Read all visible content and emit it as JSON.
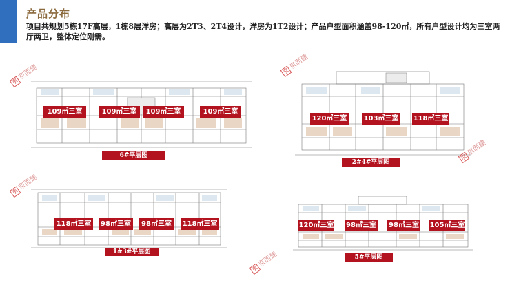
{
  "heading": "产品分布",
  "description": "项目共规划5栋17F高层，1栋8层洋房；高层为2T3、2T4设计，洋房为1T2设计；产品户型面积涵盖98-120㎡，所有户型设计均为三室两厅两卫，整体定位刚需。",
  "watermark": "京而建",
  "plans": [
    {
      "caption": "6#平层图",
      "units": [
        "109㎡三室",
        "109㎡三室",
        "109㎡三室",
        "109㎡三室"
      ]
    },
    {
      "caption": "2#4#平层图",
      "units": [
        "120㎡三室",
        "103㎡三室",
        "118㎡三室"
      ]
    },
    {
      "caption": "1#3#平层图",
      "units": [
        "118㎡三室",
        "98㎡三室",
        "98㎡三室",
        "118㎡三室"
      ]
    },
    {
      "caption": "5#平层图",
      "units": [
        "120㎡三室",
        "98㎡三室",
        "98㎡三室",
        "105㎡三室"
      ]
    }
  ],
  "colors": {
    "accent": "#b3121f",
    "heading": "#8b6a3e",
    "corner": "#2f6fbe"
  }
}
